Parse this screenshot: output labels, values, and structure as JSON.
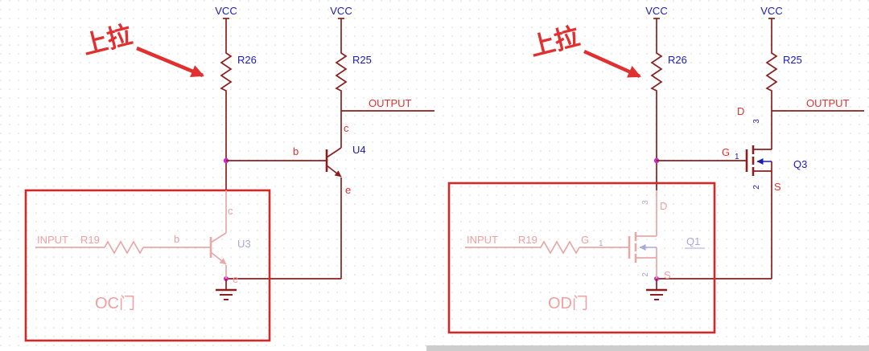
{
  "colors": {
    "wire": "#8a1f1f",
    "wire-faded": "#e8a8a8",
    "blue": "#1a1ab8",
    "blue-faded": "#a8a8dc",
    "red": "#e03030",
    "red-faded": "#f0a0a0",
    "box": "#d22828",
    "junction": "#cc2acc",
    "grid-dot": "#d6d6d6",
    "strip": "#cdcdcd"
  },
  "left": {
    "power": {
      "vcc1": "VCC",
      "vcc2": "VCC"
    },
    "resistors": {
      "r26": "R26",
      "r25": "R25",
      "r19": "R19"
    },
    "output": "OUTPUT",
    "input": "INPUT",
    "annotation": "上拉",
    "u4": {
      "ref": "U4",
      "b": "b",
      "c": "c",
      "e": "e"
    },
    "u3": {
      "ref": "U3",
      "b": "b",
      "c": "c",
      "e": "e"
    },
    "box_label": "OC门"
  },
  "right": {
    "power": {
      "vcc1": "VCC",
      "vcc2": "VCC"
    },
    "resistors": {
      "r26": "R26",
      "r25": "R25",
      "r19": "R19"
    },
    "output": "OUTPUT",
    "input": "INPUT",
    "annotation": "上拉",
    "q3": {
      "ref": "Q3",
      "d": "D",
      "g": "G",
      "s": "S",
      "pin1": "1",
      "pin2": "2",
      "pin3": "3"
    },
    "q1": {
      "ref": "Q1",
      "d": "D",
      "g": "G",
      "s": "S",
      "pin1": "1",
      "pin2": "2",
      "pin3": "3"
    },
    "box_label": "OD门"
  }
}
